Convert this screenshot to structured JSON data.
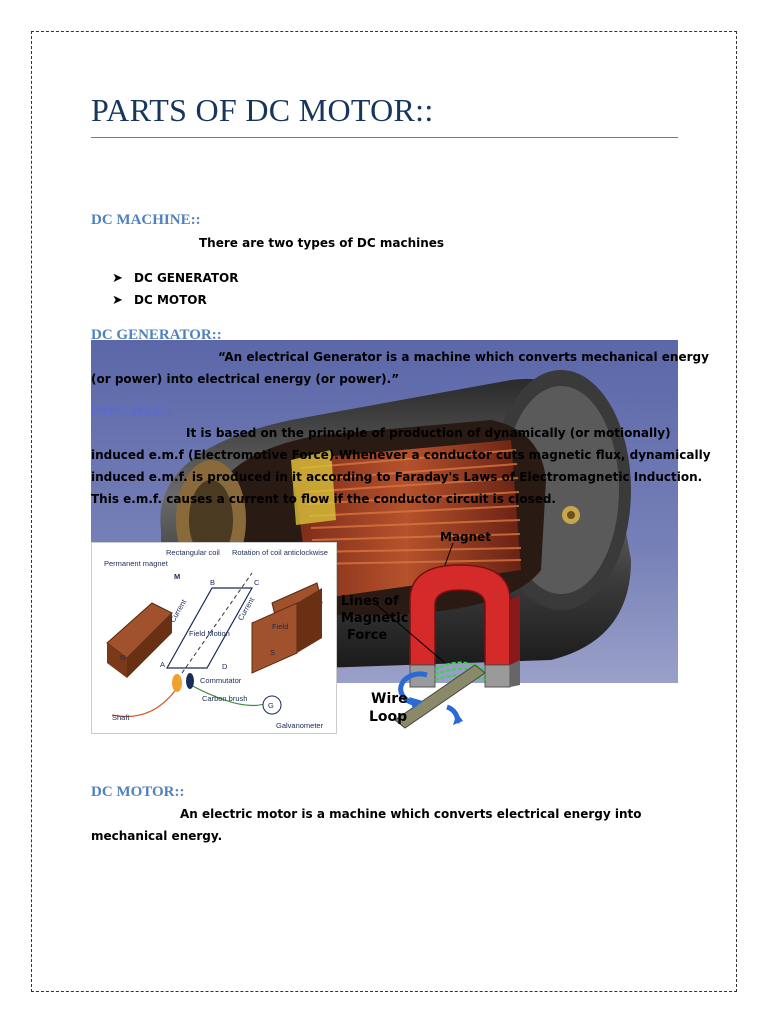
{
  "title": "PARTS OF DC MOTOR::",
  "dc_machine": {
    "heading": "DC MACHINE::",
    "intro": "There are  two types of DC machines",
    "items": [
      "DC GENERATOR",
      "DC MOTOR"
    ]
  },
  "dc_generator": {
    "heading": "DC GENERATOR::",
    "definition_line1": "“An electrical Generator is a machine which converts mechanical energy",
    "definition_line2": "(or power) into electrical energy (or power).”",
    "principle_heading": "PRINCIPLE::",
    "principle_line1": "It is based on the principle of production of dynamically (or motionally)",
    "principle_line2": "induced e.m.f (Electromotive Force).Whenever a conductor cuts magnetic flux, dynamically",
    "principle_line3": "induced e.m.f. is produced in it according to Faraday's Laws of Electromagnetic Induction.",
    "principle_line4": "This e.m.f. causes a current to flow if the conductor circuit is closed."
  },
  "diagram": {
    "permanent_magnet": "Permanent magnet",
    "rect_coil": "Rectangular coil",
    "rotation": "Rotation of coil anticlockwise",
    "current": "Current",
    "field_motion": "Field Motion",
    "field": "Field",
    "n": "N",
    "s": "S",
    "commutator": "Commutator",
    "carbon_brush": "Carbon brush",
    "shaft": "Shaft",
    "galvanometer": "Galvanometer",
    "g": "G",
    "m": "M",
    "a": "A",
    "b": "B",
    "c": "C",
    "d": "D"
  },
  "magnet_figure": {
    "magnet": "Magnet",
    "lines_of": "Lines of",
    "magnetic": "Magnetic",
    "force": "Force",
    "wire": "Wire",
    "loop": "Loop"
  },
  "dc_motor": {
    "heading": "DC MOTOR::",
    "line1": "An electric motor is a machine which converts electrical energy into",
    "line2": "mechanical energy."
  }
}
